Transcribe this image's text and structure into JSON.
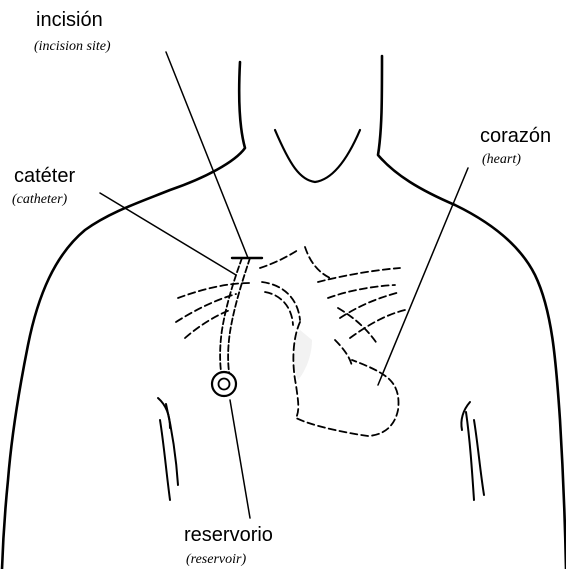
{
  "labels": {
    "incision": {
      "text": "incisión",
      "translation": "(incision site)"
    },
    "catheter": {
      "text": "catéter",
      "translation": "(catheter)"
    },
    "heart": {
      "text": "corazón",
      "translation": "(heart)"
    },
    "reservoir": {
      "text": "reservorio",
      "translation": "(reservoir)"
    }
  },
  "colors": {
    "ink": "#000000",
    "background": "#ffffff",
    "shading": "#f2f2f2"
  }
}
